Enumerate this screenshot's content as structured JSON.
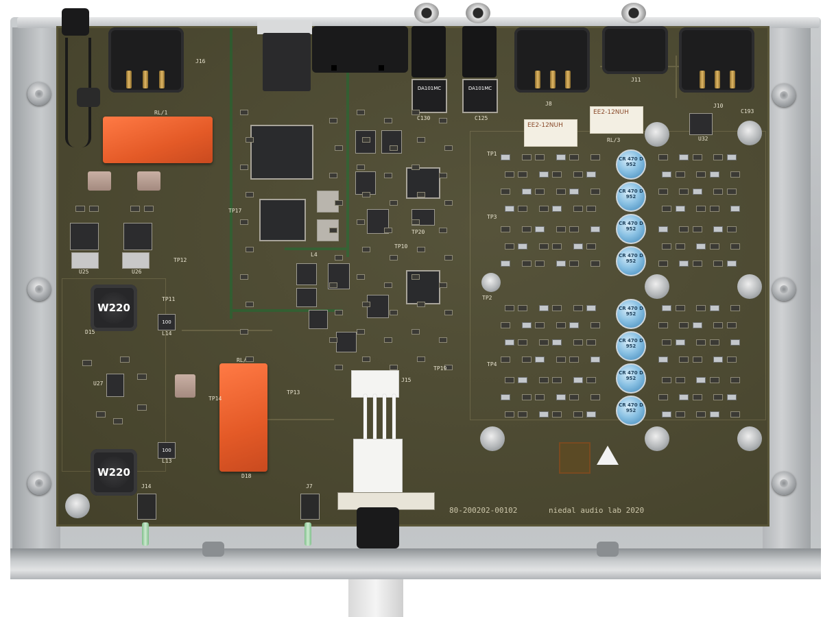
{
  "board": {
    "id": "80-200202-00102",
    "maker": "niedal audio lab 2020"
  },
  "components": {
    "inductor_1": "W220",
    "inductor_2": "W220",
    "relay_1": "RL/1",
    "relay_2": "RL/2",
    "relay_3": "RL/3",
    "relay_white_text_1": "EE2-12NUH",
    "relay_white_text_2": "EE2-12NUH",
    "cap_value": "CR 470 D 952",
    "dac_chip_1": "DA101MC",
    "dac_chip_2": "DA101MC"
  },
  "labels": {
    "j1": "J11",
    "j2": "J8",
    "j3": "J10",
    "j4": "J16",
    "j5": "J15",
    "j6": "J14",
    "j7": "J7",
    "u1": "U25",
    "u2": "U26",
    "u3": "U27",
    "u4": "U32",
    "tp1": "TP1",
    "tp2": "TP2",
    "tp3": "TP3",
    "tp4": "TP4",
    "tp10": "TP10",
    "tp11": "TP11",
    "tp12": "TP12",
    "tp13": "TP13",
    "tp14": "TP14",
    "tp17": "TP17",
    "tp19": "TP19",
    "tp20": "TP20",
    "l14": "L14",
    "l13": "L13",
    "l4": "L4",
    "d15": "D15",
    "d18": "D18",
    "r100a": "100",
    "r100b": "100",
    "c130": "C130",
    "c125": "C125",
    "c193": "C193"
  }
}
